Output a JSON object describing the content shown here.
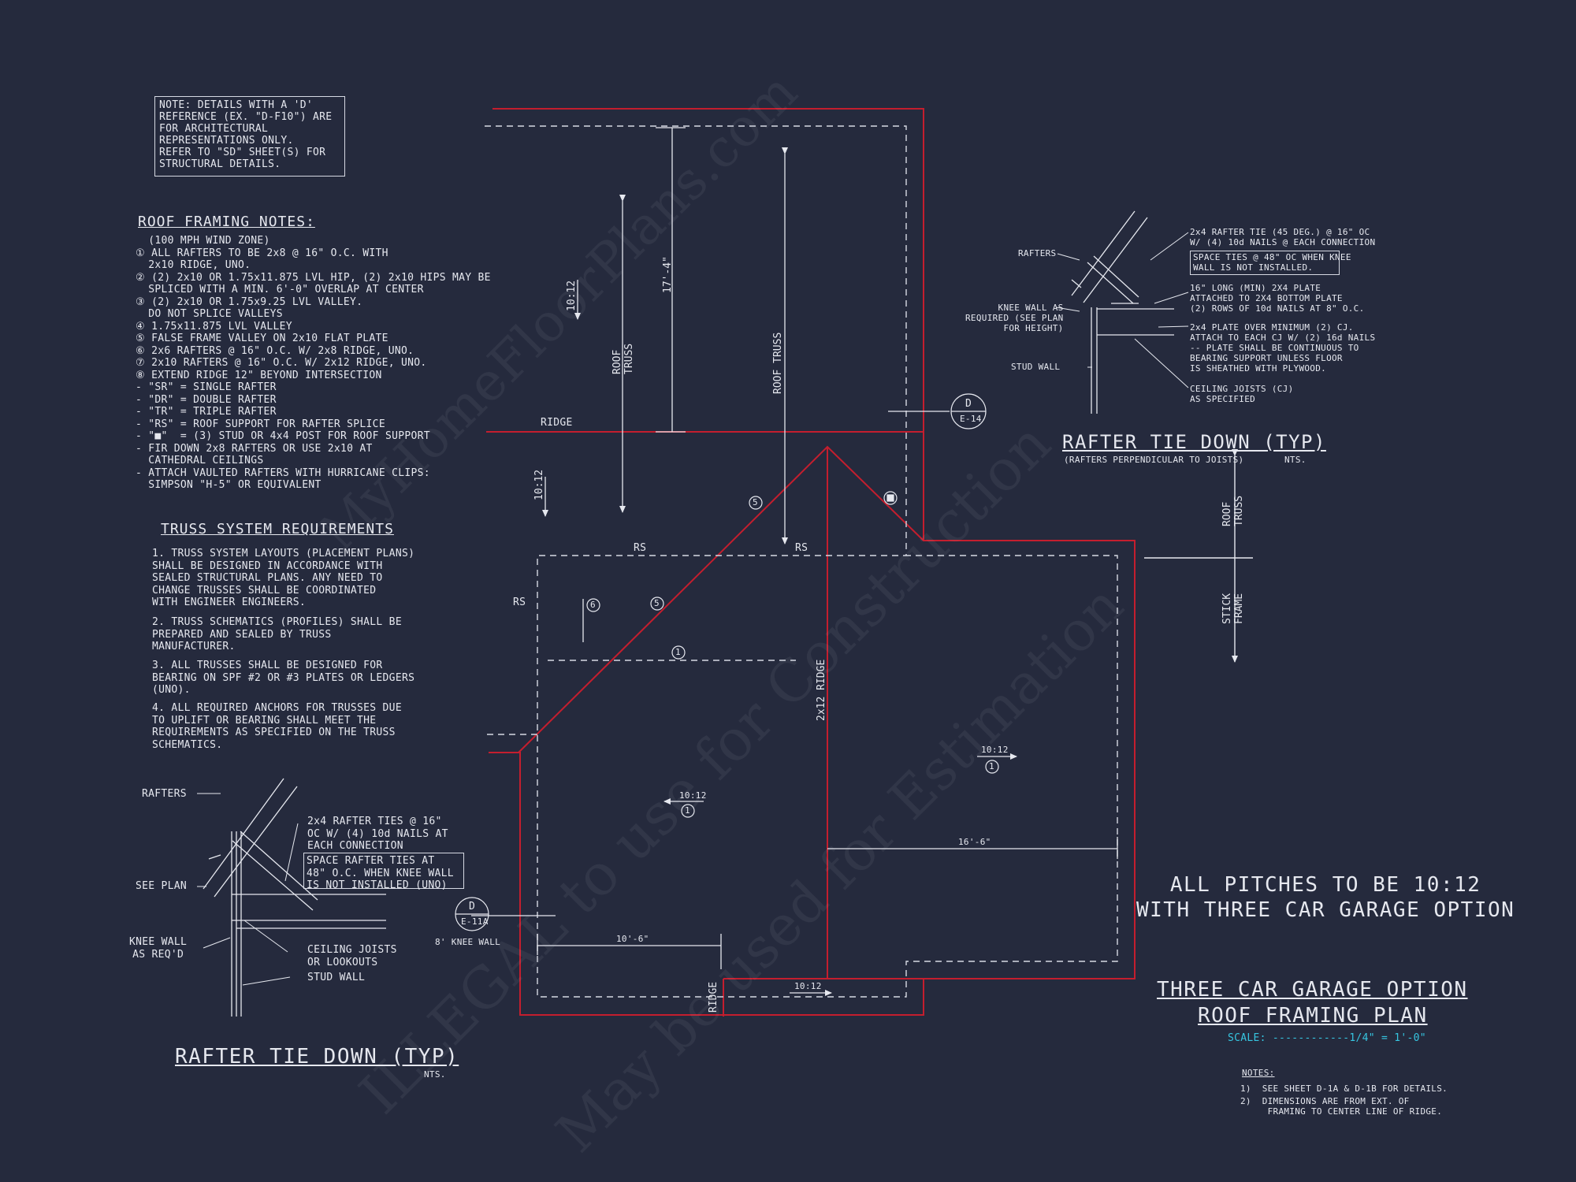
{
  "note_box": [
    "NOTE: DETAILS WITH A 'D'",
    "REFERENCE (EX. \"D-F10\") ARE",
    "FOR ARCHITECTURAL",
    "REPRESENTATIONS ONLY.",
    "REFER TO \"SD\" SHEET(S) FOR",
    "STRUCTURAL DETAILS."
  ],
  "roof_notes": {
    "title": "ROOF FRAMING NOTES:",
    "lines": [
      "  (100 MPH WIND ZONE)",
      "① ALL RAFTERS TO BE 2x8 @ 16\" O.C. WITH",
      "  2x10 RIDGE, UNO.",
      "② (2) 2x10 OR 1.75x11.875 LVL HIP, (2) 2x10 HIPS MAY BE",
      "  SPLICED WITH A MIN. 6'-0\" OVERLAP AT CENTER",
      "③ (2) 2x10 OR 1.75x9.25 LVL VALLEY.",
      "  DO NOT SPLICE VALLEYS",
      "④ 1.75x11.875 LVL VALLEY",
      "⑤ FALSE FRAME VALLEY ON 2x10 FLAT PLATE",
      "⑥ 2x6 RAFTERS @ 16\" O.C. W/ 2x8 RIDGE, UNO.",
      "⑦ 2x10 RAFTERS @ 16\" O.C. W/ 2x12 RIDGE, UNO.",
      "⑧ EXTEND RIDGE 12\" BEYOND INTERSECTION",
      "- \"SR\" = SINGLE RAFTER",
      "- \"DR\" = DOUBLE RAFTER",
      "- \"TR\" = TRIPLE RAFTER",
      "- \"RS\" = ROOF SUPPORT FOR RAFTER SPLICE",
      "- \"■\"  = (3) STUD OR 4x4 POST FOR ROOF SUPPORT",
      "- FIR DOWN 2x8 RAFTERS OR USE 2x10 AT",
      "  CATHEDRAL CEILINGS",
      "- ATTACH VAULTED RAFTERS WITH HURRICANE CLIPS:",
      "  SIMPSON \"H-5\" OR EQUIVALENT"
    ]
  },
  "truss_req": {
    "title": "TRUSS SYSTEM REQUIREMENTS",
    "items": [
      "1. TRUSS SYSTEM LAYOUTS (PLACEMENT PLANS)\nSHALL BE DESIGNED IN ACCORDANCE WITH\nSEALED STRUCTURAL PLANS. ANY NEED TO\nCHANGE TRUSSES SHALL BE COORDINATED\nWITH ENGINEER ENGINEERS.",
      "2. TRUSS SCHEMATICS (PROFILES) SHALL BE\nPREPARED AND SEALED BY TRUSS\nMANUFACTURER.",
      "3. ALL TRUSSES SHALL BE DESIGNED FOR\nBEARING ON SPF #2 OR #3 PLATES OR LEDGERS\n(UNO).",
      "4. ALL REQUIRED ANCHORS FOR TRUSSES DUE\nTO UPLIFT OR BEARING SHALL MEET THE\nREQUIREMENTS AS SPECIFIED ON THE TRUSS\nSCHEMATICS."
    ]
  },
  "detail_left": {
    "rafters": "RAFTERS",
    "see_plan": "SEE PLAN",
    "knee_wall": "KNEE WALL\nAS REQ'D",
    "ties": "2x4 RAFTER TIES @ 16\"\nOC W/ (4) 10d NAILS AT\nEACH CONNECTION",
    "space": "SPACE RAFTER TIES AT\n48\" O.C. WHEN KNEE WALL\nIS NOT INSTALLED (UNO)",
    "ceiling": "CEILING JOISTS\nOR LOOKOUTS",
    "stud": "STUD WALL",
    "bubble_top": "D",
    "bubble_bot": "E-11A",
    "knee_note": "8' KNEE WALL",
    "title": "RAFTER TIE DOWN (TYP)",
    "nts": "NTS."
  },
  "detail_right": {
    "rafters": "RAFTERS",
    "knee": "KNEE WALL AS\nREQUIRED (SEE PLAN\nFOR HEIGHT)",
    "stud": "STUD WALL",
    "tie": "2x4 RAFTER TIE (45 DEG.) @ 16\" OC\nW/ (4) 10d NAILS @ EACH CONNECTION",
    "space": "SPACE TIES @ 48\" OC WHEN KNEE\nWALL IS NOT INSTALLED.",
    "plate": "16\" LONG (MIN) 2X4 PLATE\nATTACHED TO 2X4 BOTTOM PLATE\n(2) ROWS OF 10d NAILS AT 8\" O.C.",
    "plate2": "2x4 PLATE OVER MINIMUM (2) CJ.\nATTACH TO EACH CJ W/ (2) 16d NAILS\n-- PLATE SHALL BE CONTINUOUS TO\nBEARING SUPPORT UNLESS FLOOR\nIS SHEATHED WITH PLYWOOD.",
    "cj": "CEILING JOISTS (CJ)\nAS SPECIFIED",
    "bubble_top": "D",
    "bubble_bot": "E-14",
    "title": "RAFTER TIE DOWN (TYP)",
    "subtitle": "(RAFTERS PERPENDICULAR TO JOISTS)",
    "nts": "NTS."
  },
  "legend": {
    "roof_truss": "ROOF\nTRUSS",
    "stick_frame": "STICK\nFRAME"
  },
  "plan_labels": {
    "ridge": "RIDGE",
    "roof_truss_a": "ROOF\nTRUSS",
    "roof_truss_b": "ROOF TRUSS",
    "dim_17": "17'-4\"",
    "pitch": "10:12",
    "rs": "RS",
    "ridge_2x12": "2x12 RIDGE",
    "dim_16": "16'-6\"",
    "dim_10": "10'-6\"",
    "ridge_v": "RIDGE",
    "c1": "1",
    "c5": "5",
    "c6": "6"
  },
  "pitch_note": "ALL PITCHES TO BE 10:12\nWITH THREE CAR GARAGE OPTION",
  "title_block": {
    "line1": "THREE CAR GARAGE OPTION",
    "line2": "ROOF FRAMING PLAN",
    "scale": "SCALE: ------------1/4\" = 1'-0\""
  },
  "notes": {
    "title": "NOTES:",
    "n1": "1)  SEE SHEET D-1A & D-1B FOR DETAILS.",
    "n2": "2)  DIMENSIONS ARE FROM EXT. OF\n     FRAMING TO CENTER LINE OF RIDGE."
  },
  "watermark": [
    "MyHomeFloorPlans.com",
    "ILLEGAL to use for Construction",
    "May be used for Estimation"
  ],
  "colors": {
    "background": "#252a3d",
    "line": "#e6e8ef",
    "roof_outline": "#c41e2e",
    "scale": "#36c5e0"
  }
}
